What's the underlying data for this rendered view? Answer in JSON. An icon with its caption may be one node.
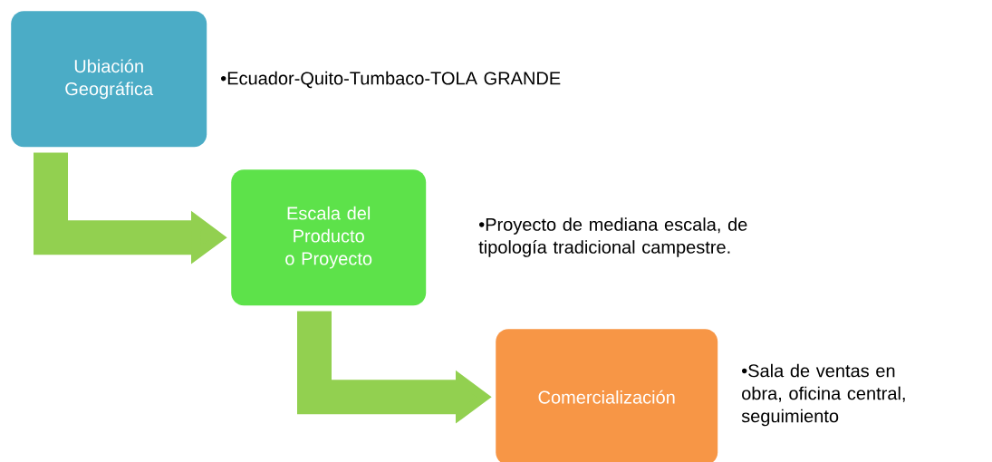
{
  "diagram": {
    "nodes": [
      {
        "text": [
          "Ubiación Geográfica"
        ],
        "beside": [
          "•Ecuador-Quito-Tumbaco-TOLA GRANDE"
        ]
      },
      {
        "text": [
          "Escala del Producto o Proyecto"
        ],
        "beside": [
          "•Proyecto de mediana escala, de tipología tradicional campestre."
        ]
      },
      {
        "text": [
          "Comercialización"
        ],
        "beside": [
          "•Sala de ventas en obra, oficina central, seguimiento"
        ]
      }
    ],
    "edges": [
      {
        "from": 0,
        "to": 1,
        "arrow": "to"
      },
      {
        "from": 1,
        "to": 2,
        "arrow": "to"
      }
    ]
  }
}
